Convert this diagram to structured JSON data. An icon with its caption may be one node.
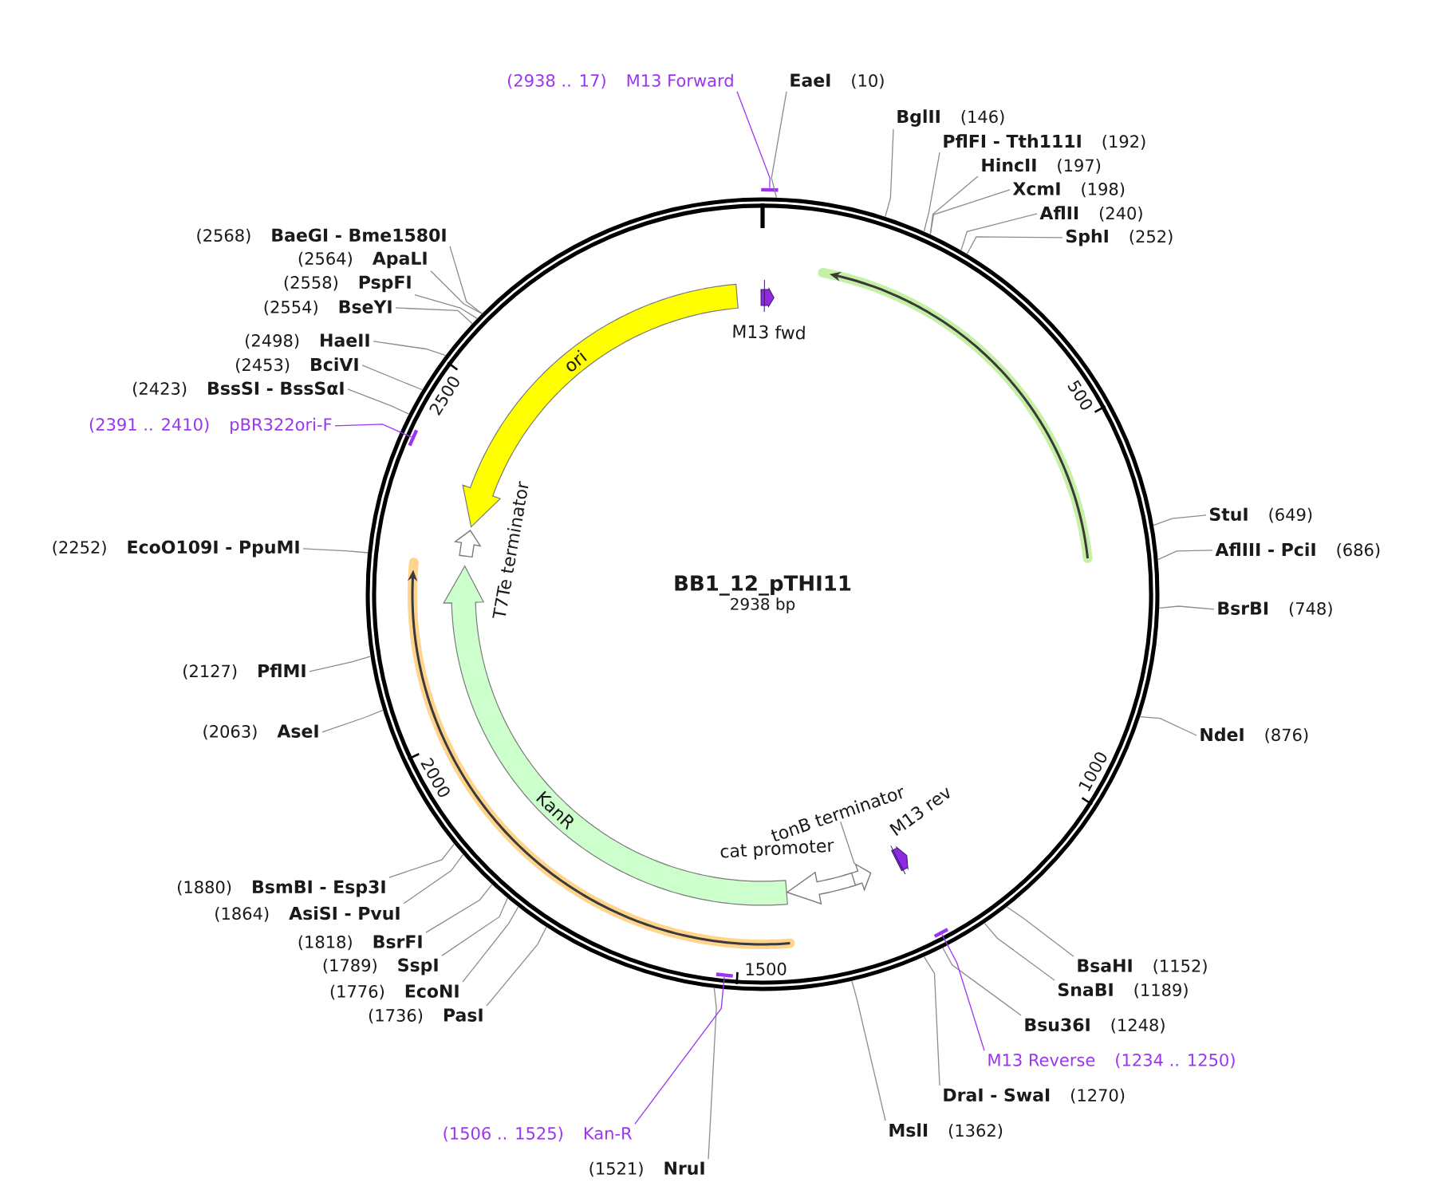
{
  "diagram": {
    "nodes": [
      {
        "text": [
          "BB1_12_pTHI11",
          "2938 bp"
        ]
      },
      {
        "text": [
          "(2938 .. 17)",
          "M13 Forward"
        ]
      },
      {
        "text": [],
        "shape": "bar"
      },
      {
        "text": [
          "EaeI",
          "(10)"
        ]
      },
      {
        "text": [
          "BglII",
          "(146)"
        ]
      },
      {
        "text": [
          "PflFI - Tth111I",
          "(192)"
        ]
      },
      {
        "text": [
          "HincII",
          "(197)"
        ]
      },
      {
        "text": [
          "XcmI",
          "(198)"
        ]
      },
      {
        "text": [
          "AflII",
          "(240)"
        ]
      },
      {
        "text": [
          "SphI",
          "(252)"
        ]
      },
      {
        "text": [
          "StuI",
          "(649)"
        ]
      },
      {
        "text": [
          "AflIII - PciI",
          "(686)"
        ]
      },
      {
        "text": [
          "BsrBI",
          "(748)"
        ]
      },
      {
        "text": [
          "NdeI",
          "(876)"
        ]
      },
      {
        "text": [
          "BsaHI",
          "(1152)"
        ]
      },
      {
        "text": [
          "SnaBI",
          "(1189)"
        ]
      },
      {
        "text": [
          "Bsu36I",
          "(1248)"
        ]
      },
      {
        "text": [
          "M13 Reverse",
          "(1234 .. 1250)"
        ]
      },
      {
        "text": [],
        "shape": "bar",
        "in": 0
      },
      {
        "text": [
          "DraI - SwaI",
          "(1270)"
        ]
      },
      {
        "text": [
          "MslI",
          "(1362)"
        ]
      },
      {
        "text": [
          "(1521)",
          "NruI"
        ]
      },
      {
        "text": [
          "(1506 .. 1525)",
          "Kan-R"
        ]
      },
      {
        "text": [],
        "shape": "bar",
        "in": 0
      },
      {
        "text": [
          "(1736)",
          "PasI"
        ]
      },
      {
        "text": [
          "(1776)",
          "EcoNI"
        ]
      },
      {
        "text": [
          "(1789)",
          "SspI"
        ]
      },
      {
        "text": [
          "(1818)",
          "BsrFI"
        ]
      },
      {
        "text": [
          "(1864)",
          "AsiSI - PvuI"
        ]
      },
      {
        "text": [
          "(1880)",
          "BsmBI - Esp3I"
        ]
      },
      {
        "text": [
          "(2063)",
          "AseI"
        ]
      },
      {
        "text": [
          "(2127)",
          "PflMI"
        ]
      },
      {
        "text": [
          "(2252)",
          "EcoO109I - PpuMI"
        ]
      },
      {
        "text": [
          "(2391 .. 2410)",
          "pBR322ori-F"
        ]
      },
      {
        "text": [],
        "shape": "bar",
        "in": 0
      },
      {
        "text": [
          "(2423)",
          "BssSI - BssSαI"
        ]
      },
      {
        "text": [
          "(2453)",
          "BciVI"
        ]
      },
      {
        "text": [
          "(2498)",
          "HaeII"
        ]
      },
      {
        "text": [
          "(2554)",
          "BseYI"
        ]
      },
      {
        "text": [
          "(2558)",
          "PspFI"
        ]
      },
      {
        "text": [
          "(2564)",
          "ApaLI"
        ]
      },
      {
        "text": [
          "(2568)",
          "BaeGI - Bme1580I"
        ]
      },
      {
        "text": [
          "M13 fwd"
        ],
        "in": 0
      },
      {
        "text": [
          "ori"
        ],
        "in": 0
      },
      {
        "text": [
          "T7Te terminator"
        ],
        "in": 0
      },
      {
        "text": [
          "KanR"
        ],
        "in": 0
      },
      {
        "text": [
          "tonB terminator"
        ],
        "in": 0
      },
      {
        "text": [],
        "shape": "arrow",
        "in": 0
      },
      {
        "text": [
          "cat promoter"
        ],
        "in": 0
      },
      {
        "text": [
          "M13 rev"
        ],
        "in": 0
      }
    ],
    "edges": [
      {
        "from": 1,
        "to": 2,
        "arrow": "none",
        "color": "#9b35f2"
      },
      {
        "from": 3,
        "to": 0,
        "arrow": "none"
      },
      {
        "from": 4,
        "to": 0,
        "arrow": "none"
      },
      {
        "from": 5,
        "to": 0,
        "arrow": "none"
      },
      {
        "from": 6,
        "to": 0,
        "arrow": "none"
      },
      {
        "from": 7,
        "to": 0,
        "arrow": "none"
      },
      {
        "from": 8,
        "to": 0,
        "arrow": "none"
      },
      {
        "from": 9,
        "to": 0,
        "arrow": "none"
      },
      {
        "from": 10,
        "to": 0,
        "arrow": "none"
      },
      {
        "from": 11,
        "to": 0,
        "arrow": "none"
      },
      {
        "from": 12,
        "to": 0,
        "arrow": "none"
      },
      {
        "from": 13,
        "to": 0,
        "arrow": "none"
      },
      {
        "from": 14,
        "to": 0,
        "arrow": "none"
      },
      {
        "from": 15,
        "to": 0,
        "arrow": "none"
      },
      {
        "from": 16,
        "to": 0,
        "arrow": "none"
      },
      {
        "from": 17,
        "to": 18,
        "arrow": "none",
        "color": "#9b35f2"
      },
      {
        "from": 19,
        "to": 0,
        "arrow": "none"
      },
      {
        "from": 20,
        "to": 0,
        "arrow": "none"
      },
      {
        "from": 21,
        "to": 0,
        "arrow": "none"
      },
      {
        "from": 22,
        "to": 23,
        "arrow": "none",
        "color": "#9b35f2"
      },
      {
        "from": 24,
        "to": 0,
        "arrow": "none"
      },
      {
        "from": 25,
        "to": 0,
        "arrow": "none"
      },
      {
        "from": 26,
        "to": 0,
        "arrow": "none"
      },
      {
        "from": 27,
        "to": 0,
        "arrow": "none"
      },
      {
        "from": 28,
        "to": 0,
        "arrow": "none"
      },
      {
        "from": 29,
        "to": 0,
        "arrow": "none"
      },
      {
        "from": 30,
        "to": 0,
        "arrow": "none"
      },
      {
        "from": 31,
        "to": 0,
        "arrow": "none"
      },
      {
        "from": 32,
        "to": 0,
        "arrow": "none"
      },
      {
        "from": 33,
        "to": 34,
        "arrow": "none",
        "color": "#9b35f2"
      },
      {
        "from": 35,
        "to": 0,
        "arrow": "none"
      },
      {
        "from": 36,
        "to": 0,
        "arrow": "none"
      },
      {
        "from": 37,
        "to": 0,
        "arrow": "none"
      },
      {
        "from": 38,
        "to": 0,
        "arrow": "none"
      },
      {
        "from": 39,
        "to": 0,
        "arrow": "none"
      },
      {
        "from": 40,
        "to": 0,
        "arrow": "none"
      },
      {
        "from": 41,
        "to": 0,
        "arrow": "none"
      },
      {
        "from": 46,
        "to": 47,
        "arrow": "none"
      }
    ],
    "labels": [
      "500",
      "1000",
      "1500",
      "2000",
      "2500"
    ]
  }
}
